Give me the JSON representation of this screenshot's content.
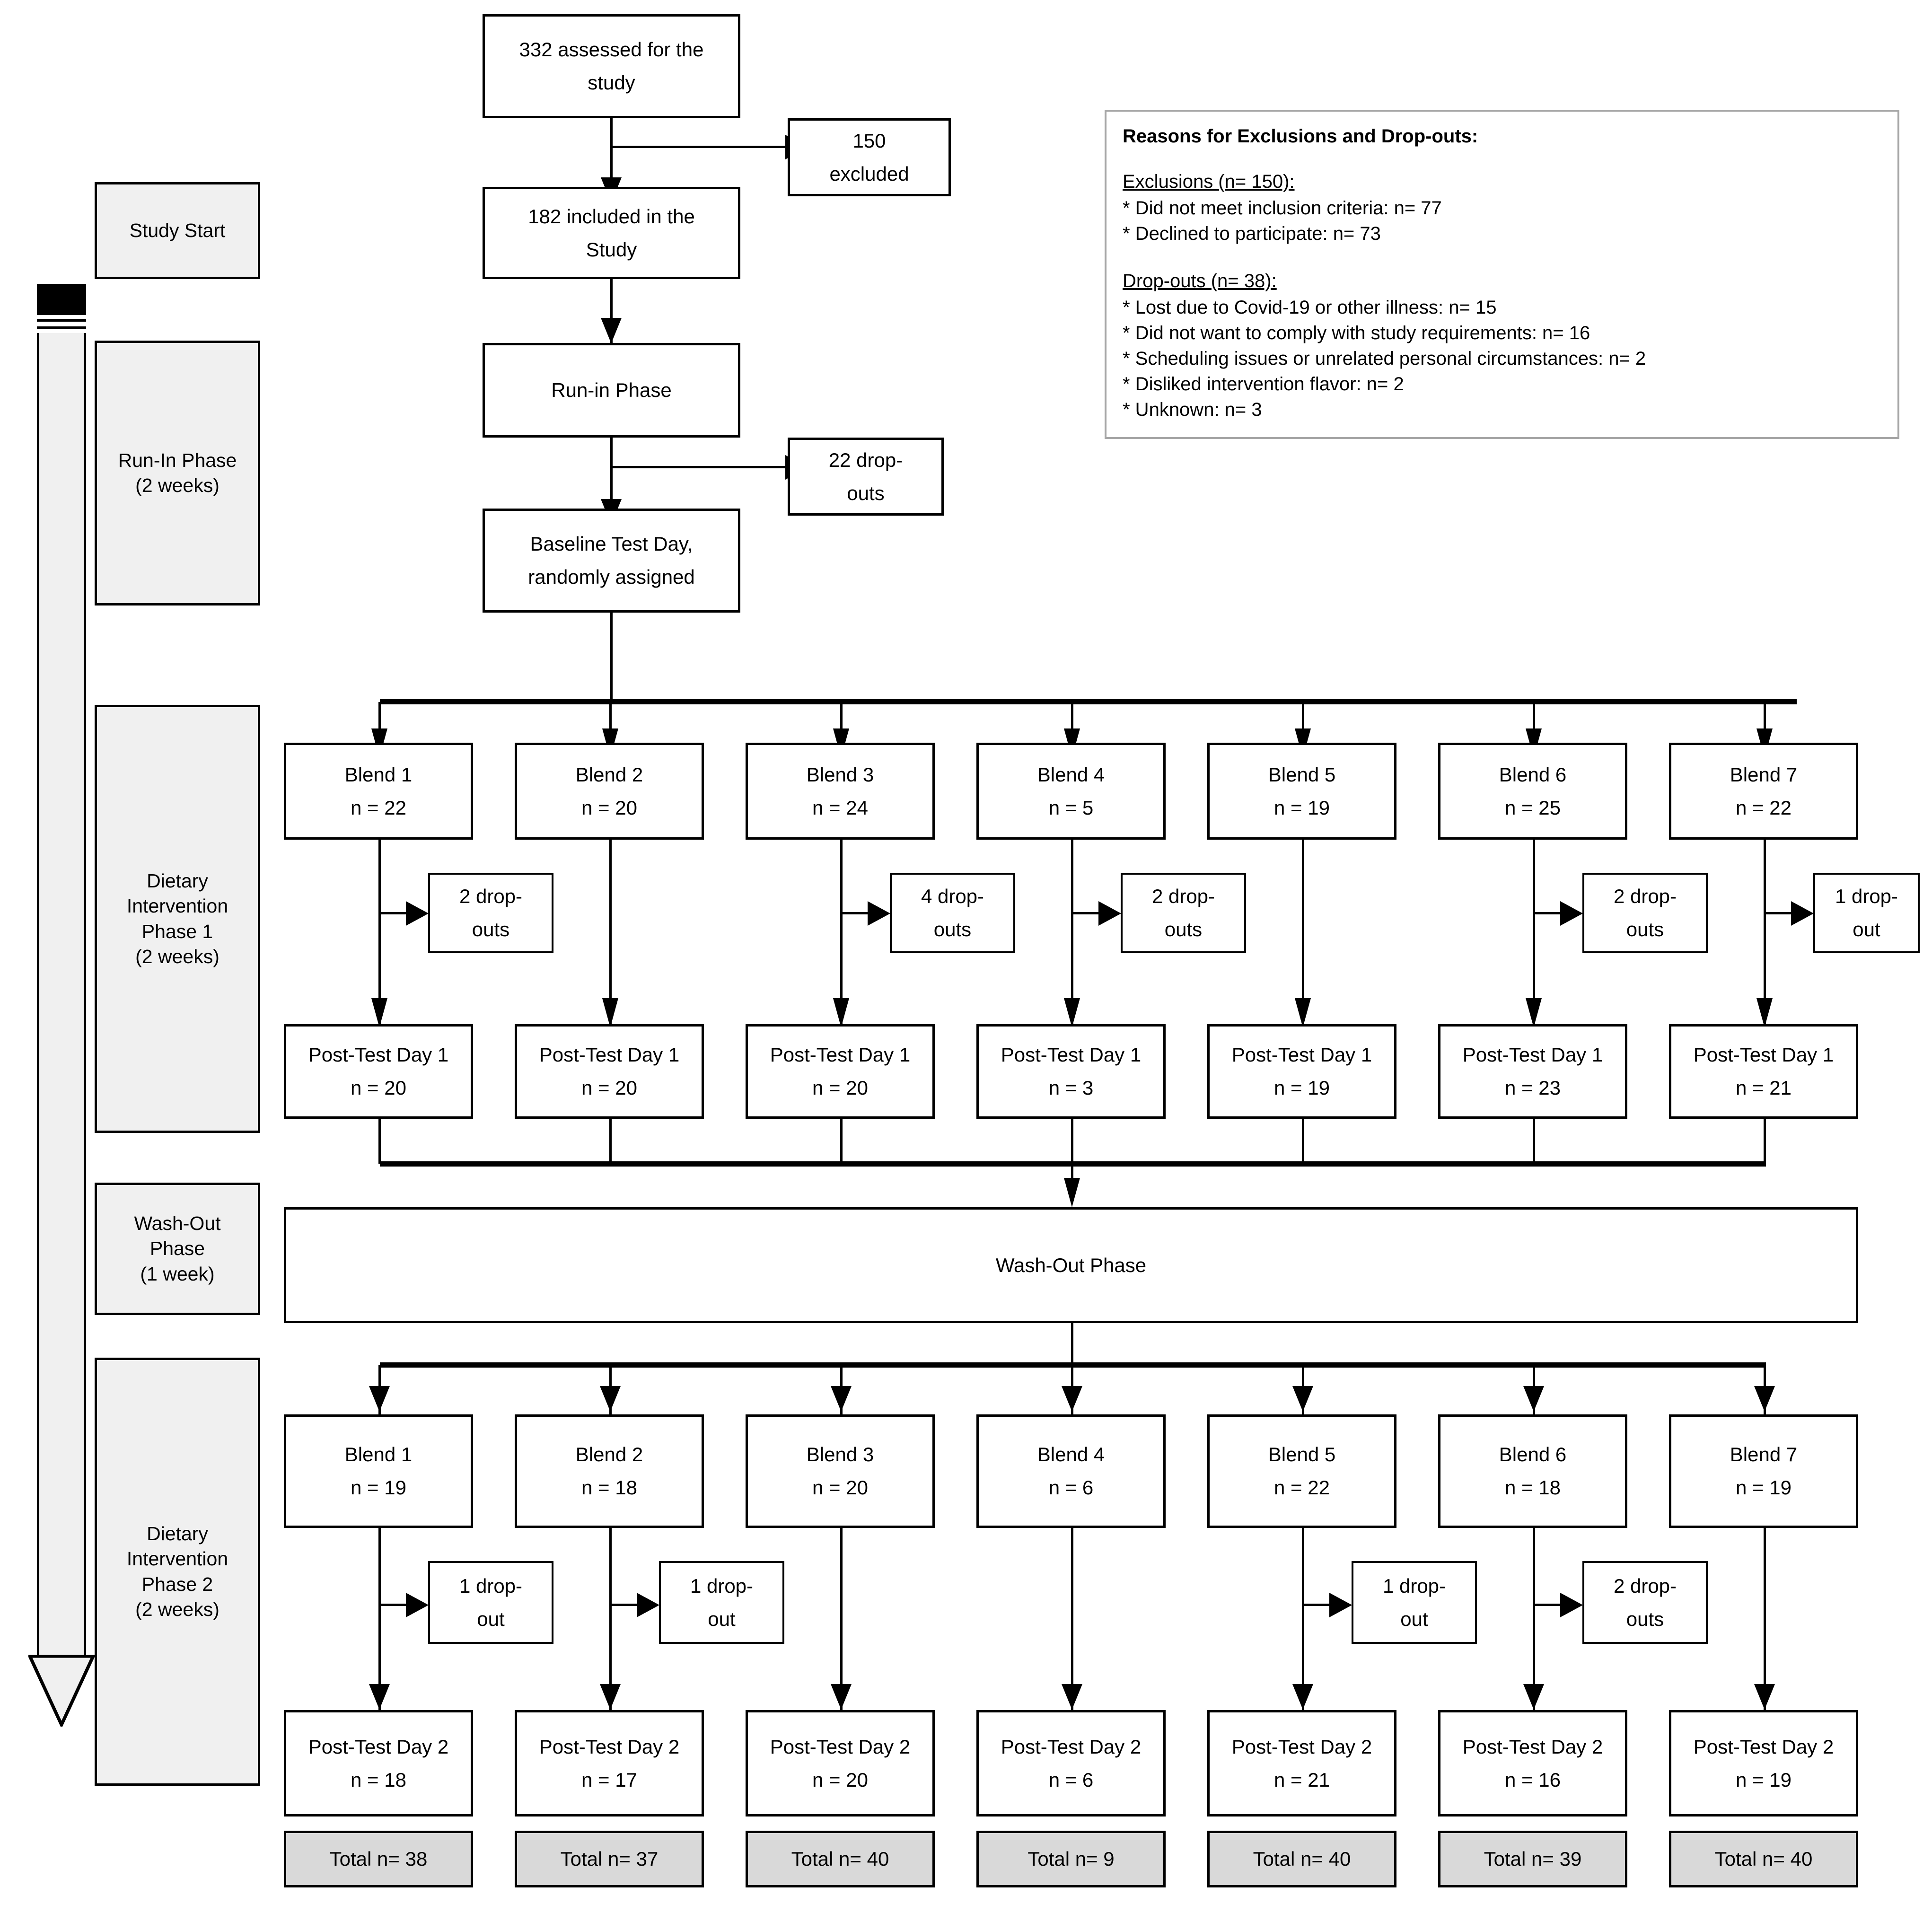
{
  "timeline": {
    "name": "study-timeline-arrow",
    "phases": [
      {
        "id": "study-start",
        "lines": [
          "Study Start"
        ]
      },
      {
        "id": "run-in",
        "lines": [
          "Run-In Phase",
          "(2 weeks)"
        ]
      },
      {
        "id": "phase-1",
        "lines": [
          "Dietary",
          "Intervention",
          "Phase 1",
          "(2 weeks)"
        ]
      },
      {
        "id": "wash-out",
        "lines": [
          "Wash-Out",
          "Phase",
          "(1 week)"
        ]
      },
      {
        "id": "phase-2",
        "lines": [
          "Dietary",
          "Intervention",
          "Phase 2",
          "(2 weeks)"
        ]
      }
    ]
  },
  "main_chain": {
    "assessed": {
      "line1": "332 assessed for the",
      "line2": "study"
    },
    "excluded": {
      "line1": "150",
      "line2": "excluded"
    },
    "included": {
      "line1": "182 included in the",
      "line2": "Study"
    },
    "run_in": {
      "line1": "Run-in Phase",
      "line2": ""
    },
    "run_in_dropouts": {
      "line1": "22 drop-",
      "line2": "outs"
    },
    "baseline": {
      "line1": "Baseline Test Day,",
      "line2": "randomly assigned"
    },
    "washout": {
      "line1": "Wash-Out Phase",
      "line2": ""
    }
  },
  "legend": {
    "title": "Reasons for Exclusions and Drop-outs:",
    "exclusions_head": "Exclusions (n= 150):",
    "exclusions": [
      "* Did not meet inclusion criteria: n= 77",
      "* Declined to participate: n= 73"
    ],
    "dropouts_head": "Drop-outs (n= 38):",
    "dropouts": [
      "* Lost due to Covid-19 or other illness: n= 15",
      "* Did not want to comply with study requirements: n= 16",
      "* Scheduling issues or unrelated personal circumstances: n= 2",
      "* Disliked intervention flavor: n= 2",
      "* Unknown: n= 3"
    ]
  },
  "chart_data": {
    "type": "table",
    "title": "CONSORT participant flow — 7-arm cross-over dietary intervention",
    "columns": [
      "Blend 1",
      "Blend 2",
      "Blend 3",
      "Blend 4",
      "Blend 5",
      "Blend 6",
      "Blend 7"
    ],
    "phase1_blend_n": [
      22,
      20,
      24,
      5,
      19,
      25,
      22
    ],
    "phase1_dropouts": [
      2,
      null,
      4,
      2,
      null,
      2,
      1
    ],
    "phase1_posttest_n": [
      20,
      20,
      20,
      3,
      19,
      23,
      21
    ],
    "phase2_blend_n": [
      19,
      18,
      20,
      6,
      22,
      18,
      19
    ],
    "phase2_dropouts": [
      1,
      1,
      null,
      null,
      1,
      2,
      null
    ],
    "phase2_posttest_n": [
      18,
      17,
      20,
      6,
      21,
      16,
      19
    ],
    "totals": [
      38,
      37,
      40,
      9,
      40,
      39,
      40
    ],
    "assessed": 332,
    "excluded": 150,
    "included": 182,
    "run_in_dropouts": 22
  },
  "phase1": {
    "blends": [
      {
        "label": "Blend 1",
        "n": "n = 22"
      },
      {
        "label": "Blend 2",
        "n": "n = 20"
      },
      {
        "label": "Blend 3",
        "n": "n = 24"
      },
      {
        "label": "Blend 4",
        "n": "n = 5"
      },
      {
        "label": "Blend 5",
        "n": "n = 19"
      },
      {
        "label": "Blend 6",
        "n": "n = 25"
      },
      {
        "label": "Blend 7",
        "n": "n = 22"
      }
    ],
    "dropouts": [
      {
        "line1": "2 drop-",
        "line2": "outs"
      },
      null,
      {
        "line1": "4 drop-",
        "line2": "outs"
      },
      {
        "line1": "2 drop-",
        "line2": "outs"
      },
      null,
      {
        "line1": "2 drop-",
        "line2": "outs"
      },
      {
        "line1": "1 drop-",
        "line2": "out"
      }
    ],
    "posttest": [
      {
        "label": "Post-Test Day 1",
        "n": "n = 20"
      },
      {
        "label": "Post-Test Day 1",
        "n": "n = 20"
      },
      {
        "label": "Post-Test Day 1",
        "n": "n = 20"
      },
      {
        "label": "Post-Test Day 1",
        "n": "n = 3"
      },
      {
        "label": "Post-Test Day 1",
        "n": "n = 19"
      },
      {
        "label": "Post-Test Day 1",
        "n": "n = 23"
      },
      {
        "label": "Post-Test Day 1",
        "n": "n = 21"
      }
    ]
  },
  "phase2": {
    "blends": [
      {
        "label": "Blend 1",
        "n": "n = 19"
      },
      {
        "label": "Blend 2",
        "n": "n = 18"
      },
      {
        "label": "Blend 3",
        "n": "n = 20"
      },
      {
        "label": "Blend 4",
        "n": "n = 6"
      },
      {
        "label": "Blend 5",
        "n": "n = 22"
      },
      {
        "label": "Blend 6",
        "n": "n = 18"
      },
      {
        "label": "Blend 7",
        "n": "n = 19"
      }
    ],
    "dropouts": [
      {
        "line1": "1 drop-",
        "line2": "out"
      },
      {
        "line1": "1 drop-",
        "line2": "out"
      },
      null,
      null,
      {
        "line1": "1 drop-",
        "line2": "out"
      },
      {
        "line1": "2 drop-",
        "line2": "outs"
      },
      null
    ],
    "posttest": [
      {
        "label": "Post-Test Day 2",
        "n": "n = 18"
      },
      {
        "label": "Post-Test Day 2",
        "n": "n = 17"
      },
      {
        "label": "Post-Test Day 2",
        "n": "n = 20"
      },
      {
        "label": "Post-Test Day 2",
        "n": "n = 6"
      },
      {
        "label": "Post-Test Day 2",
        "n": "n = 21"
      },
      {
        "label": "Post-Test Day 2",
        "n": "n = 16"
      },
      {
        "label": "Post-Test Day 2",
        "n": "n = 19"
      }
    ],
    "totals": [
      {
        "label": "Total n= 38"
      },
      {
        "label": "Total n= 37"
      },
      {
        "label": "Total n= 40"
      },
      {
        "label": "Total n= 9"
      },
      {
        "label": "Total n= 40"
      },
      {
        "label": "Total n= 39"
      },
      {
        "label": "Total n= 40"
      }
    ]
  }
}
